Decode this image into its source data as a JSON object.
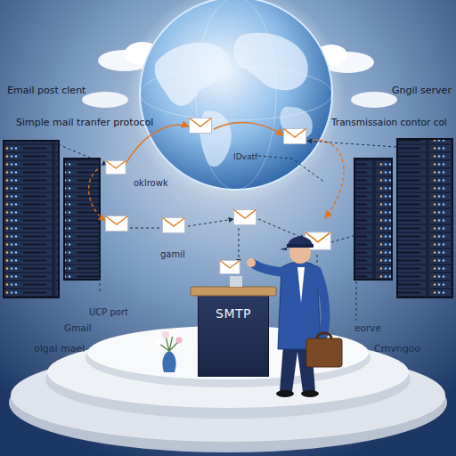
{
  "diagram": {
    "nodes": [
      {
        "text": [
          "SMTP"
        ]
      }
    ],
    "labels": [
      "Email post clent",
      "Gngil server",
      "Simple mail tranfer protocol",
      "Transmissaion contor col",
      "IDvatf",
      "oklrowk",
      "gamil",
      "UCP port",
      "Gmail",
      "eorve",
      "olgal mael",
      "Cmvngoo"
    ]
  }
}
